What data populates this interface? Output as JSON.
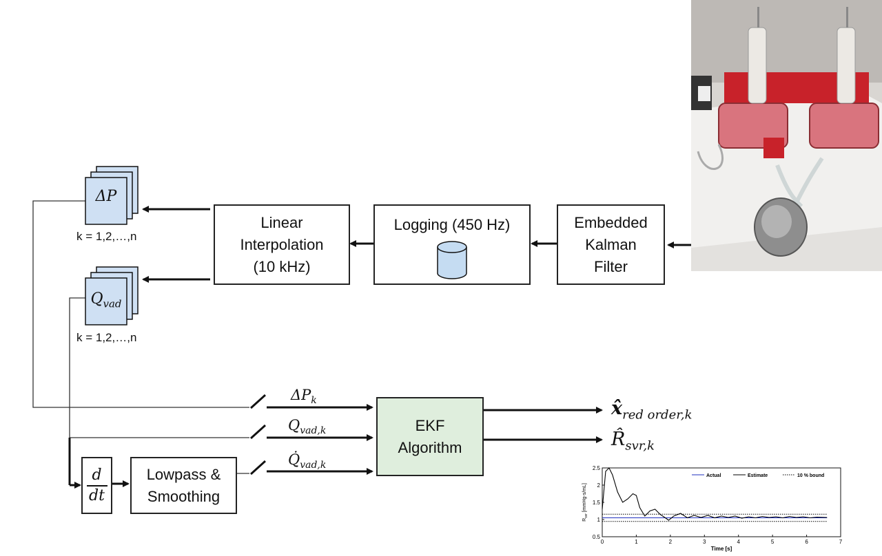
{
  "blocks": {
    "embedded_kalman": [
      "Embedded",
      "Kalman",
      "Filter"
    ],
    "logging": "Logging (450 Hz)",
    "interp": [
      "Linear",
      "Interpolation",
      "(10 kHz)"
    ],
    "ekf": [
      "EKF",
      "Algorithm"
    ],
    "lowpass": [
      "Lowpass &",
      "Smoothing"
    ]
  },
  "buffers": {
    "dp": {
      "symbol": "ΔP",
      "index": "k = 1,2,…,n"
    },
    "qvad": {
      "symbol": "Q",
      "sub": "vad",
      "index": "k = 1,2,…,n"
    }
  },
  "signals": {
    "dp_k": {
      "base": "ΔP",
      "sub": "k"
    },
    "q_k": {
      "base": "Q",
      "sub": "vad,k"
    },
    "qdot_k": {
      "base": "Q̇",
      "sub": "vad,k"
    }
  },
  "outputs": {
    "x_hat": {
      "base": "x̂",
      "sub": "red order,k"
    },
    "r_hat": {
      "base": "R̂",
      "sub": "svr,k"
    }
  },
  "derivative": {
    "num": "d",
    "den": "dt"
  },
  "chart_data": {
    "type": "line",
    "xlabel": "Time [s]",
    "ylabel": "R_svr [mmHg-s/mL]",
    "ylabel_main": "R",
    "ylabel_sub": "svr",
    "ylabel_rest": "[mmHg-s/mL]",
    "xlim": [
      0,
      7
    ],
    "ylim": [
      0.5,
      2.5
    ],
    "xticks": [
      0,
      1,
      2,
      3,
      4,
      5,
      6,
      7
    ],
    "yticks": [
      0.5,
      1,
      1.5,
      2,
      2.5
    ],
    "legend_position": "top-right",
    "series": [
      {
        "name": "Actual",
        "color": "#1f2fbf",
        "style": "solid",
        "x": [
          0,
          6.6
        ],
        "y": [
          1.05,
          1.05
        ]
      },
      {
        "name": "Estimate",
        "color": "#000000",
        "style": "solid",
        "x": [
          0,
          0.1,
          0.2,
          0.3,
          0.45,
          0.6,
          0.75,
          0.9,
          1.0,
          1.1,
          1.25,
          1.4,
          1.55,
          1.7,
          1.85,
          1.95,
          2.1,
          2.3,
          2.5,
          2.7,
          2.9,
          3.1,
          3.3,
          3.5,
          3.7,
          3.9,
          4.1,
          4.3,
          4.5,
          4.7,
          4.9,
          5.1,
          5.3,
          5.5,
          5.7,
          5.9,
          6.1,
          6.3,
          6.6
        ],
        "y": [
          1.3,
          2.4,
          2.5,
          2.3,
          1.8,
          1.5,
          1.6,
          1.75,
          1.7,
          1.35,
          1.1,
          1.25,
          1.3,
          1.15,
          1.05,
          0.98,
          1.1,
          1.18,
          1.05,
          1.12,
          1.06,
          1.12,
          1.05,
          1.1,
          1.06,
          1.1,
          1.04,
          1.08,
          1.05,
          1.09,
          1.06,
          1.08,
          1.05,
          1.09,
          1.06,
          1.08,
          1.05,
          1.07,
          1.06
        ]
      },
      {
        "name": "10 % bound",
        "color": "#000000",
        "style": "dotted",
        "x": [
          0,
          6.6
        ],
        "y": [
          1.155,
          1.155
        ]
      },
      {
        "name": "",
        "color": "#000000",
        "style": "dotted",
        "x": [
          0,
          6.6
        ],
        "y": [
          0.945,
          0.945
        ]
      }
    ]
  },
  "colors": {
    "buffer_fill": "#cfe0f3",
    "ekf_fill": "#dfeedd",
    "cylinder_fill": "#c5dcf2"
  }
}
